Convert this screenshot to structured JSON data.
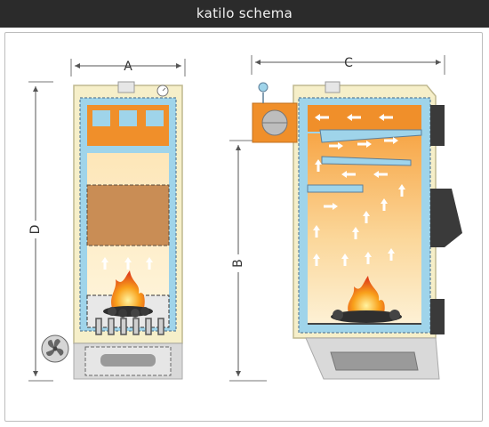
{
  "header": {
    "title": "katilo schema"
  },
  "dimensions": {
    "a": "A",
    "b": "B",
    "c": "C",
    "d": "D"
  },
  "colors": {
    "header_bg": "#2b2b2b",
    "casing": "#f6efc9",
    "water_jacket": "#9fd4ea",
    "flue_orange": "#f08f2a",
    "fire_gradient_top": "#f7a647",
    "fire_gradient_bottom": "#fdf1d5",
    "fuel_chamber": "#c98d55",
    "door_dark": "#3a3a3a",
    "base_grey": "#d9d9d9"
  },
  "icons": [
    "thermometer-icon",
    "fan-icon",
    "flame-icon",
    "airflow-arrow-icon"
  ]
}
